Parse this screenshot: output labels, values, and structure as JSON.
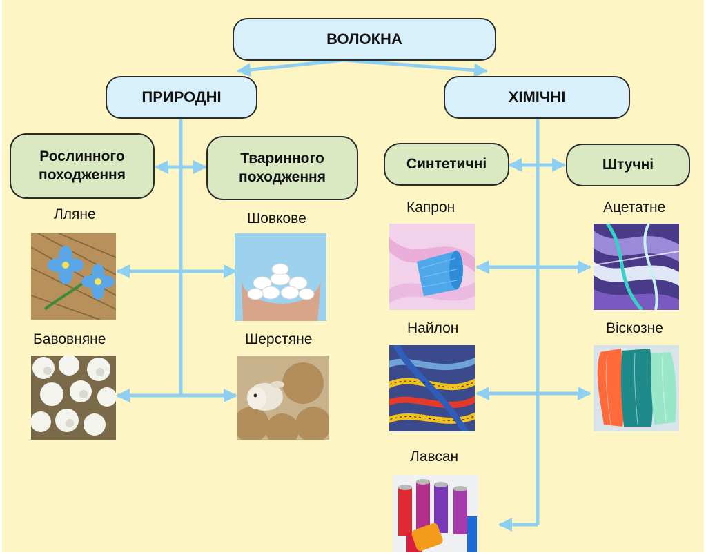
{
  "root": {
    "label": "ВОЛОКНА"
  },
  "natural": {
    "label": "ПРИРОДНІ",
    "plant": {
      "label": "Рослинного походження",
      "items": [
        {
          "label": "Лляне",
          "icon": "flax-flower-icon"
        },
        {
          "label": "Бавовняне",
          "icon": "cotton-bolls-icon"
        }
      ]
    },
    "animal": {
      "label": "Тваринного походження",
      "items": [
        {
          "label": "Шовкове",
          "icon": "silk-cocoons-icon"
        },
        {
          "label": "Шерстяне",
          "icon": "sheep-wool-icon"
        }
      ]
    }
  },
  "chemical": {
    "label": "ХІМІЧНІ",
    "synthetic": {
      "label": "Синтетичні",
      "items": [
        {
          "label": "Капрон",
          "icon": "capron-ribbon-icon"
        },
        {
          "label": "Найлон",
          "icon": "nylon-rope-icon"
        },
        {
          "label": "Лавсан",
          "icon": "lavsan-thread-spools-icon"
        }
      ]
    },
    "artificial": {
      "label": "Штучні",
      "items": [
        {
          "label": "Ацетатне",
          "icon": "acetate-fabric-icon"
        },
        {
          "label": "Віскозне",
          "icon": "viscose-fiber-icon"
        }
      ]
    }
  },
  "colors": {
    "background": "#fdf6c4",
    "arrow": "#8fd0f2",
    "box_blue": "#d8f0fb",
    "box_green": "#dbe9c3",
    "border": "#2b2b2b"
  }
}
